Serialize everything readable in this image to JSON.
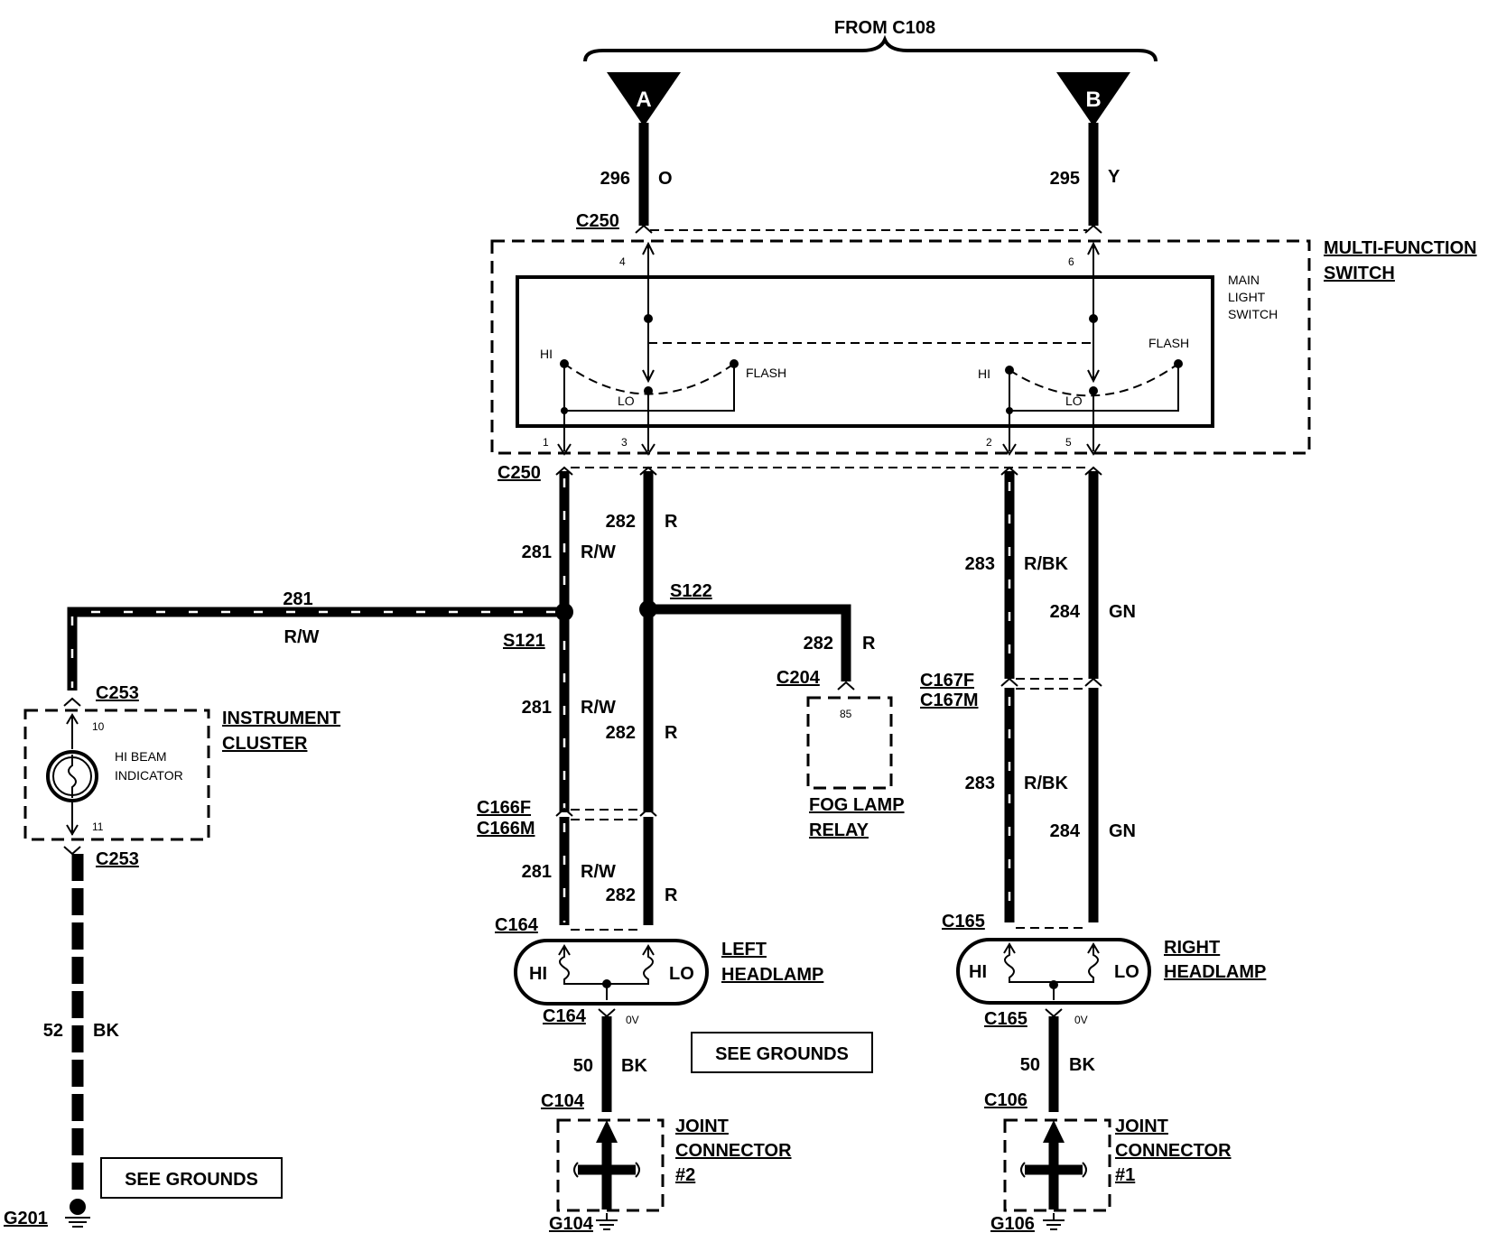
{
  "header": {
    "from": "FROM C108"
  },
  "inputs": {
    "a": {
      "label": "A",
      "circuit": "296",
      "color": "O"
    },
    "b": {
      "label": "B",
      "circuit": "295",
      "color": "Y"
    }
  },
  "connectors": {
    "c250_top": "C250",
    "c250_bottom": "C250",
    "c253_top": "C253",
    "c253_bottom": "C253",
    "s121": "S121",
    "s122": "S122",
    "c204": "C204",
    "c166f": "C166F",
    "c166m": "C166M",
    "c167f": "C167F",
    "c167m": "C167M",
    "c164_top": "C164",
    "c164_bottom": "C164",
    "c165_top": "C165",
    "c165_bottom": "C165",
    "c104": "C104",
    "c106": "C106",
    "g201": "G201",
    "g104": "G104",
    "g106": "G106"
  },
  "switch": {
    "title_line1": "MULTI-FUNCTION",
    "title_line2": "SWITCH",
    "main_line1": "MAIN",
    "main_line2": "LIGHT",
    "main_line3": "SWITCH",
    "hi": "HI",
    "lo": "LO",
    "flash": "FLASH",
    "pins": {
      "p1": "1",
      "p2": "2",
      "p3": "3",
      "p4": "4",
      "p5": "5",
      "p6": "6"
    }
  },
  "wires": {
    "w281": {
      "circuit": "281",
      "color": "R/W"
    },
    "w282": {
      "circuit": "282",
      "color": "R"
    },
    "w283": {
      "circuit": "283",
      "color": "R/BK"
    },
    "w284": {
      "circuit": "284",
      "color": "GN"
    },
    "w52": {
      "circuit": "52",
      "color": "BK"
    },
    "w50": {
      "circuit": "50",
      "color": "BK"
    }
  },
  "cluster": {
    "title_line1": "INSTRUMENT",
    "title_line2": "CLUSTER",
    "indicator_line1": "HI BEAM",
    "indicator_line2": "INDICATOR",
    "pin_top": "10",
    "pin_bottom": "11"
  },
  "fog": {
    "pin": "85",
    "title_line1": "FOG LAMP",
    "title_line2": "RELAY"
  },
  "left_headlamp": {
    "title_line1": "LEFT",
    "title_line2": "HEADLAMP",
    "hi": "HI",
    "lo": "LO",
    "volt": "0V"
  },
  "right_headlamp": {
    "title_line1": "RIGHT",
    "title_line2": "HEADLAMP",
    "hi": "HI",
    "lo": "LO",
    "volt": "0V"
  },
  "joint2": {
    "line1": "JOINT",
    "line2": "CONNECTOR",
    "line3": "#2"
  },
  "joint1": {
    "line1": "JOINT",
    "line2": "CONNECTOR",
    "line3": "#1"
  },
  "see_grounds": "SEE GROUNDS"
}
